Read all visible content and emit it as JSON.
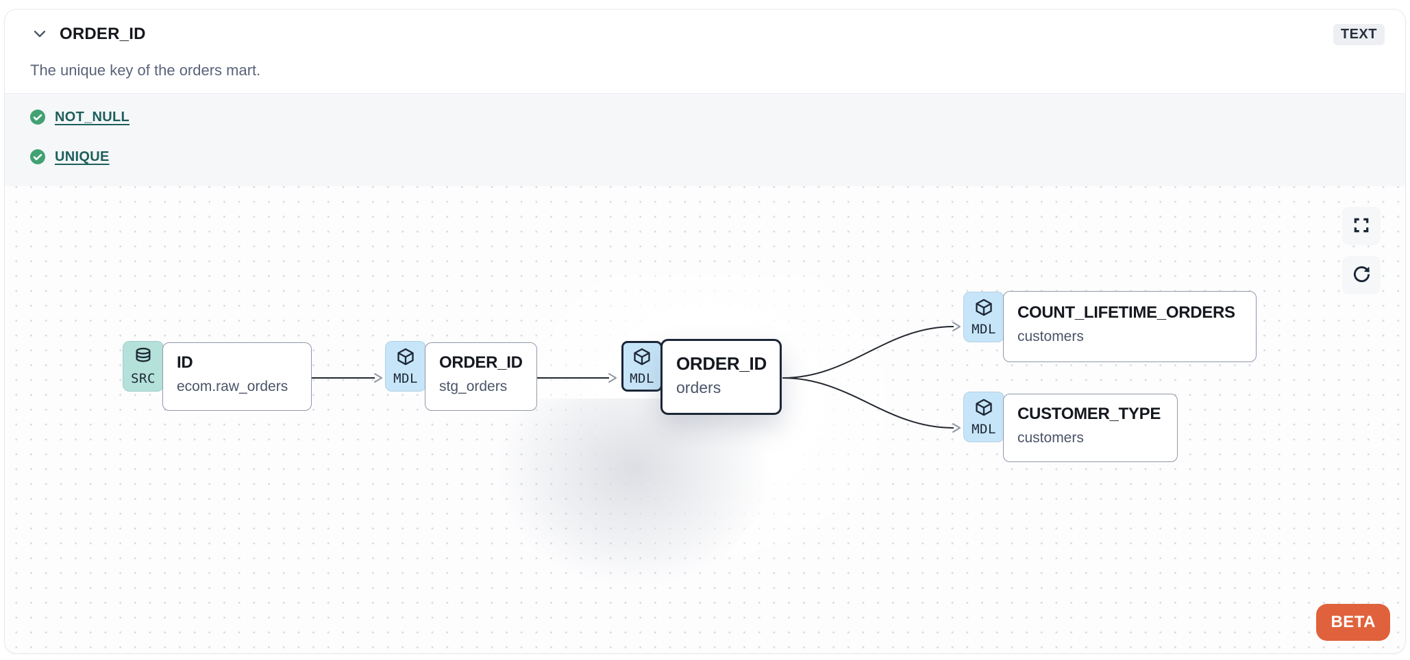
{
  "header": {
    "collapse_icon": "chevron-down-icon",
    "title": "ORDER_ID",
    "type_badge": "TEXT",
    "description": "The unique key of the orders mart."
  },
  "tests": {
    "items": [
      {
        "status_icon": "check-circle-icon",
        "status": "pass",
        "label": "NOT_NULL"
      },
      {
        "status_icon": "check-circle-icon",
        "status": "pass",
        "label": "UNIQUE"
      }
    ]
  },
  "lineage": {
    "beta_label": "BETA",
    "controls": [
      {
        "icon": "fullscreen-icon"
      },
      {
        "icon": "refresh-icon"
      }
    ],
    "nodes": [
      {
        "badge": "SRC",
        "icon": "database-icon",
        "title": "ID",
        "subtitle": "ecom.raw_orders",
        "selected": false
      },
      {
        "badge": "MDL",
        "icon": "cube-icon",
        "title": "ORDER_ID",
        "subtitle": "stg_orders",
        "selected": false
      },
      {
        "badge": "MDL",
        "icon": "cube-icon",
        "title": "ORDER_ID",
        "subtitle": "orders",
        "selected": true
      },
      {
        "badge": "MDL",
        "icon": "cube-icon",
        "title": "COUNT_LIFETIME_ORDERS",
        "subtitle": "customers",
        "selected": false
      },
      {
        "badge": "MDL",
        "icon": "cube-icon",
        "title": "CUSTOMER_TYPE",
        "subtitle": "customers",
        "selected": false
      }
    ],
    "edges": [
      {
        "from": "ID (ecom.raw_orders)",
        "to": "ORDER_ID (stg_orders)"
      },
      {
        "from": "ORDER_ID (stg_orders)",
        "to": "ORDER_ID (orders)"
      },
      {
        "from": "ORDER_ID (orders)",
        "to": "COUNT_LIFETIME_ORDERS (customers)"
      },
      {
        "from": "ORDER_ID (orders)",
        "to": "CUSTOMER_TYPE (customers)"
      }
    ]
  },
  "colors": {
    "src_badge_bg": "#b4e1d9",
    "mdl_badge_bg": "#c7e5f8",
    "selected_node_border": "#1b2636",
    "node_border": "#8f97a8",
    "test_pass_green": "#41a173",
    "test_link_teal": "#1d5f5b",
    "type_badge_bg": "#edeff3",
    "beta_orange": "#e0623c",
    "edge_line": "#22272f",
    "edge_arrowhead": "#8e96a3",
    "canvas_dot": "#d9dbdf"
  }
}
